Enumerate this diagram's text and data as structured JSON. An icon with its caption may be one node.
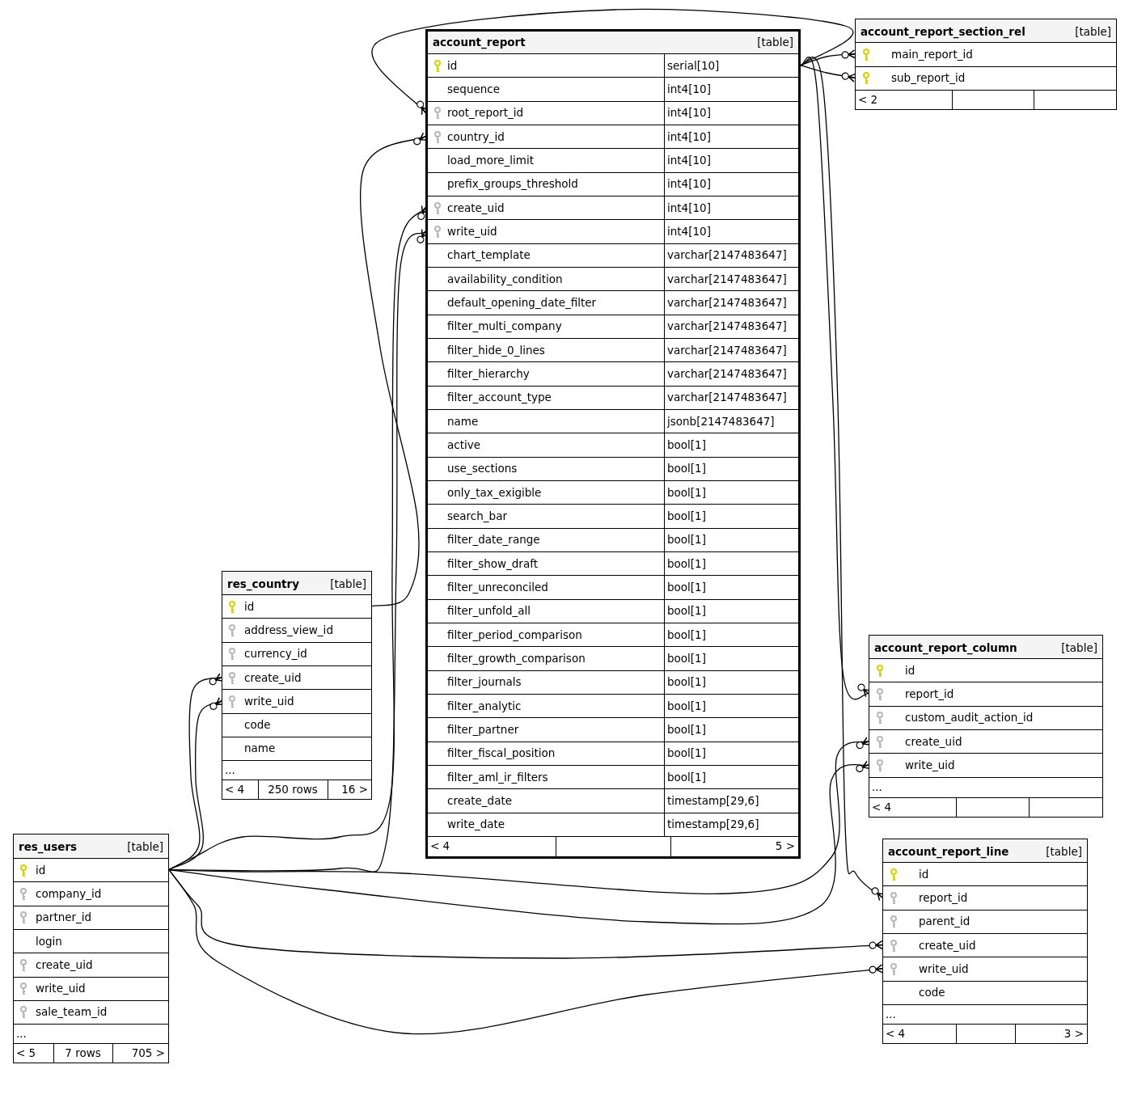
{
  "diagram": {
    "nodes": [
      {
        "text": [
          "account_report",
          "[table]"
        ]
      },
      {
        "text": [
          "id",
          "serial[10]"
        ],
        "in": 0
      },
      {
        "text": [
          "sequence",
          "int4[10]"
        ],
        "in": 0
      },
      {
        "text": [
          "root_report_id",
          "int4[10]"
        ],
        "in": 0
      },
      {
        "text": [
          "country_id",
          "int4[10]"
        ],
        "in": 0
      },
      {
        "text": [
          "load_more_limit",
          "int4[10]"
        ],
        "in": 0
      },
      {
        "text": [
          "prefix_groups_threshold",
          "int4[10]"
        ],
        "in": 0
      },
      {
        "text": [
          "create_uid",
          "int4[10]"
        ],
        "in": 0
      },
      {
        "text": [
          "write_uid",
          "int4[10]"
        ],
        "in": 0
      },
      {
        "text": [
          "chart_template",
          "varchar[2147483647]"
        ],
        "in": 0
      },
      {
        "text": [
          "availability_condition",
          "varchar[2147483647]"
        ],
        "in": 0
      },
      {
        "text": [
          "default_opening_date_filter",
          "varchar[2147483647]"
        ],
        "in": 0
      },
      {
        "text": [
          "filter_multi_company",
          "varchar[2147483647]"
        ],
        "in": 0
      },
      {
        "text": [
          "filter_hide_0_lines",
          "varchar[2147483647]"
        ],
        "in": 0
      },
      {
        "text": [
          "filter_hierarchy",
          "varchar[2147483647]"
        ],
        "in": 0
      },
      {
        "text": [
          "filter_account_type",
          "varchar[2147483647]"
        ],
        "in": 0
      },
      {
        "text": [
          "name",
          "jsonb[2147483647]"
        ],
        "in": 0
      },
      {
        "text": [
          "active",
          "bool[1]"
        ],
        "in": 0
      },
      {
        "text": [
          "use_sections",
          "bool[1]"
        ],
        "in": 0
      },
      {
        "text": [
          "only_tax_exigible",
          "bool[1]"
        ],
        "in": 0
      },
      {
        "text": [
          "search_bar",
          "bool[1]"
        ],
        "in": 0
      },
      {
        "text": [
          "filter_date_range",
          "bool[1]"
        ],
        "in": 0
      },
      {
        "text": [
          "filter_show_draft",
          "bool[1]"
        ],
        "in": 0
      },
      {
        "text": [
          "filter_unreconciled",
          "bool[1]"
        ],
        "in": 0
      },
      {
        "text": [
          "filter_unfold_all",
          "bool[1]"
        ],
        "in": 0
      },
      {
        "text": [
          "filter_period_comparison",
          "bool[1]"
        ],
        "in": 0
      },
      {
        "text": [
          "filter_growth_comparison",
          "bool[1]"
        ],
        "in": 0
      },
      {
        "text": [
          "filter_journals",
          "bool[1]"
        ],
        "in": 0
      },
      {
        "text": [
          "filter_analytic",
          "bool[1]"
        ],
        "in": 0
      },
      {
        "text": [
          "filter_partner",
          "bool[1]"
        ],
        "in": 0
      },
      {
        "text": [
          "filter_fiscal_position",
          "bool[1]"
        ],
        "in": 0
      },
      {
        "text": [
          "filter_aml_ir_filters",
          "bool[1]"
        ],
        "in": 0
      },
      {
        "text": [
          "create_date",
          "timestamp[29,6]"
        ],
        "in": 0
      },
      {
        "text": [
          "write_date",
          "timestamp[29,6]"
        ],
        "in": 0
      },
      {
        "text": [
          "< 4",
          "5 >"
        ],
        "in": 0
      },
      {
        "text": [
          "account_report_section_rel",
          "[table]"
        ]
      },
      {
        "text": [
          "main_report_id"
        ],
        "in": 35
      },
      {
        "text": [
          "sub_report_id"
        ],
        "in": 35
      },
      {
        "text": [
          "< 2"
        ],
        "in": 35
      },
      {
        "text": [
          "res_country",
          "[table]"
        ]
      },
      {
        "text": [
          "id"
        ],
        "in": 39
      },
      {
        "text": [
          "address_view_id"
        ],
        "in": 39
      },
      {
        "text": [
          "currency_id"
        ],
        "in": 39
      },
      {
        "text": [
          "create_uid"
        ],
        "in": 39
      },
      {
        "text": [
          "write_uid"
        ],
        "in": 39
      },
      {
        "text": [
          "code"
        ],
        "in": 39
      },
      {
        "text": [
          "name"
        ],
        "in": 39
      },
      {
        "text": [
          "..."
        ],
        "in": 39
      },
      {
        "text": [
          "< 4",
          "250 rows",
          "16 >"
        ],
        "in": 39
      },
      {
        "text": [
          "res_users",
          "[table]"
        ]
      },
      {
        "text": [
          "id"
        ],
        "in": 49
      },
      {
        "text": [
          "company_id"
        ],
        "in": 49
      },
      {
        "text": [
          "partner_id"
        ],
        "in": 49
      },
      {
        "text": [
          "login"
        ],
        "in": 49
      },
      {
        "text": [
          "create_uid"
        ],
        "in": 49
      },
      {
        "text": [
          "write_uid"
        ],
        "in": 49
      },
      {
        "text": [
          "sale_team_id"
        ],
        "in": 49
      },
      {
        "text": [
          "..."
        ],
        "in": 49
      },
      {
        "text": [
          "< 5",
          "7 rows",
          "705 >"
        ],
        "in": 49
      },
      {
        "text": [
          "account_report_column",
          "[table]"
        ]
      },
      {
        "text": [
          "id"
        ],
        "in": 59
      },
      {
        "text": [
          "report_id"
        ],
        "in": 59
      },
      {
        "text": [
          "custom_audit_action_id"
        ],
        "in": 59
      },
      {
        "text": [
          "create_uid"
        ],
        "in": 59
      },
      {
        "text": [
          "write_uid"
        ],
        "in": 59
      },
      {
        "text": [
          "..."
        ],
        "in": 59
      },
      {
        "text": [
          "< 4"
        ],
        "in": 59
      },
      {
        "text": [
          "account_report_line",
          "[table]"
        ]
      },
      {
        "text": [
          "id"
        ],
        "in": 67
      },
      {
        "text": [
          "report_id"
        ],
        "in": 67
      },
      {
        "text": [
          "parent_id"
        ],
        "in": 67
      },
      {
        "text": [
          "create_uid"
        ],
        "in": 67
      },
      {
        "text": [
          "write_uid"
        ],
        "in": 67
      },
      {
        "text": [
          "code"
        ],
        "in": 67
      },
      {
        "text": [
          "..."
        ],
        "in": 67
      },
      {
        "text": [
          "< 4",
          "3 >"
        ],
        "in": 67
      }
    ],
    "edges": [
      {
        "from": 3,
        "to": 1,
        "arrow": "other"
      },
      {
        "from": 4,
        "to": 40,
        "arrow": "other"
      },
      {
        "from": 7,
        "to": 50,
        "arrow": "other"
      },
      {
        "from": 8,
        "to": 50,
        "arrow": "other"
      },
      {
        "from": 36,
        "to": 1,
        "arrow": "other"
      },
      {
        "from": 37,
        "to": 1,
        "arrow": "other"
      },
      {
        "from": 43,
        "to": 50,
        "arrow": "other"
      },
      {
        "from": 44,
        "to": 50,
        "arrow": "other"
      },
      {
        "from": 61,
        "to": 1,
        "arrow": "other"
      },
      {
        "from": 63,
        "to": 50,
        "arrow": "other"
      },
      {
        "from": 64,
        "to": 50,
        "arrow": "other"
      },
      {
        "from": 69,
        "to": 1,
        "arrow": "other"
      },
      {
        "from": 71,
        "to": 50,
        "arrow": "other"
      },
      {
        "from": 72,
        "to": 50,
        "arrow": "other"
      }
    ]
  }
}
